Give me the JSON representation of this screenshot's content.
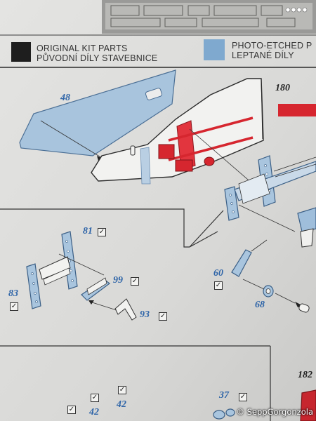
{
  "legend": {
    "original_line1": "ORIGINAL KIT PARTS",
    "original_line2": "PŮVODNÍ DÍLY STAVEBNICE",
    "photo_line1": "PHOTO-ETCHED P",
    "photo_line2": "LEPTANÉ DÍLY",
    "original_color": "#1e1e1e",
    "photo_color": "#7fa9cf"
  },
  "part_numbers": {
    "p48": "48",
    "p180": "180",
    "p81": "81",
    "p99": "99",
    "p83": "83",
    "p93": "93",
    "p60": "60",
    "p68": "68",
    "p37": "37",
    "p42a": "42",
    "p42b": "42",
    "p182": "182"
  },
  "check_mark": "✓",
  "colors": {
    "kit_part_red": "#d6262f",
    "etched_blue": "#7fa9cf",
    "line": "#2a2a2a"
  },
  "credit": "© SeppGorgonzola"
}
